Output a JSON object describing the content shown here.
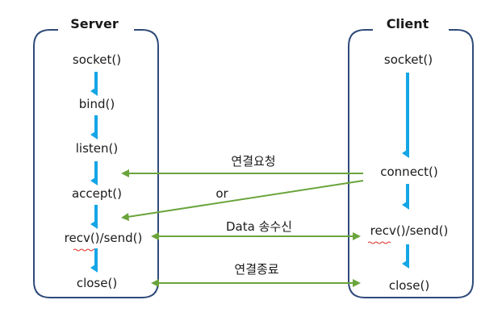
{
  "colors": {
    "box_border": "#2f4a7a",
    "flow_arrow": "#14a6e6",
    "message_arrow": "#6aa43c",
    "spellcheck_underline": "#e0302b"
  },
  "server": {
    "title": "Server",
    "steps": [
      "socket()",
      "bind()",
      "listen()",
      "accept()",
      "recv()/send()",
      "close()"
    ]
  },
  "client": {
    "title": "Client",
    "steps": [
      "socket()",
      "connect()",
      "recv()/send()",
      "close()"
    ]
  },
  "messages": {
    "connect_request": "연결요청",
    "or": "or",
    "data_exchange": "Data 송수신",
    "close_connection": "연결종료"
  }
}
